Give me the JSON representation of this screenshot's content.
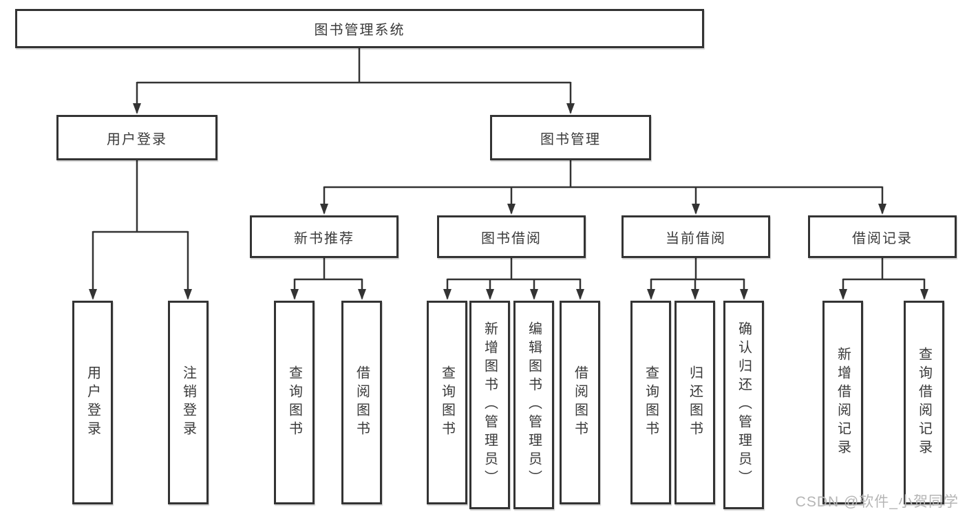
{
  "diagram_title": "图书管理系统",
  "colors": {
    "line": "#333333",
    "box_border": "#333333",
    "text": "#3a3a3a",
    "background": "#ffffff",
    "watermark": "#b5b5b5"
  },
  "tree": {
    "root": {
      "label": "图书管理系统"
    },
    "branches": [
      {
        "label": "用户登录",
        "children": [
          {
            "label": "用户登录"
          },
          {
            "label": "注销登录"
          }
        ]
      },
      {
        "label": "图书管理",
        "children": [
          {
            "label": "新书推荐",
            "children": [
              {
                "label": "查询图书"
              },
              {
                "label": "借阅图书"
              }
            ]
          },
          {
            "label": "图书借阅",
            "children": [
              {
                "label": "查询图书"
              },
              {
                "label": "新增图书（管理员）"
              },
              {
                "label": "编辑图书（管理员）"
              },
              {
                "label": "借阅图书"
              }
            ]
          },
          {
            "label": "当前借阅",
            "children": [
              {
                "label": "查询图书"
              },
              {
                "label": "归还图书"
              },
              {
                "label": "确认归还（管理员）"
              }
            ]
          },
          {
            "label": "借阅记录",
            "children": [
              {
                "label": "新增借阅记录"
              },
              {
                "label": "查询借阅记录"
              }
            ]
          }
        ]
      }
    ]
  },
  "watermark": "CSDN @软件_小贺同学"
}
